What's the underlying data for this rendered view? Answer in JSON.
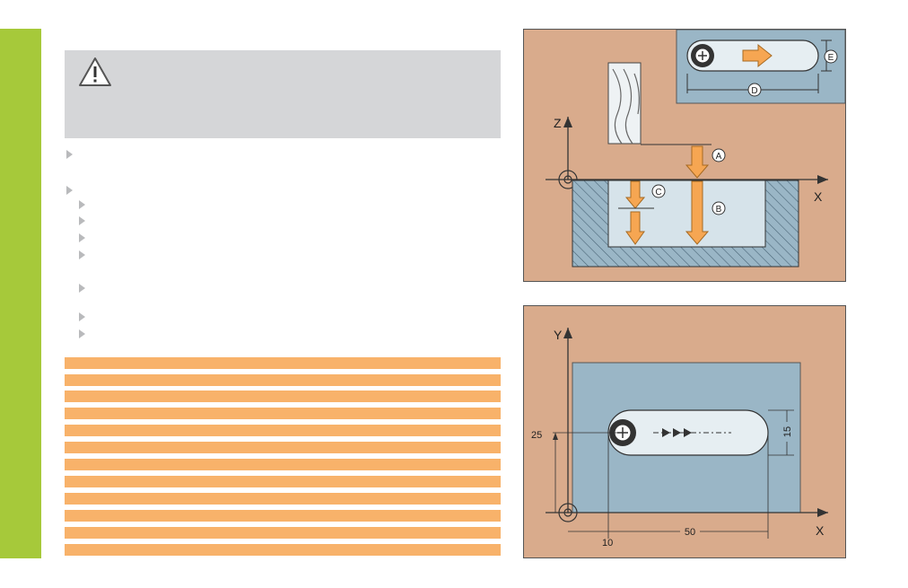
{
  "page": {
    "sidebar_color": "#a6c93a",
    "warning_color": "#d5d6d8",
    "table_color": "#f8b26a",
    "bullet_color": "#b9babc"
  },
  "warning": {
    "icon": "warning-triangle-icon",
    "text": ""
  },
  "bullets": [
    {
      "level": 1,
      "text": ""
    },
    {
      "level": 1,
      "text": ""
    },
    {
      "level": 2,
      "text": ""
    },
    {
      "level": 2,
      "text": ""
    },
    {
      "level": 2,
      "text": ""
    },
    {
      "level": 2,
      "text": ""
    },
    {
      "level": 2,
      "text": ""
    },
    {
      "level": 2,
      "text": ""
    },
    {
      "level": 2,
      "text": ""
    }
  ],
  "param_table": {
    "row_count": 12
  },
  "figure_top": {
    "axis_z": "Z",
    "axis_x": "X",
    "callout_a": "A",
    "callout_b": "B",
    "callout_c": "C",
    "callout_d": "D",
    "callout_e": "E"
  },
  "figure_bottom": {
    "axis_y": "Y",
    "axis_x": "X",
    "dim_25": "25",
    "dim_10": "10",
    "dim_50": "50",
    "dim_15": "15"
  }
}
